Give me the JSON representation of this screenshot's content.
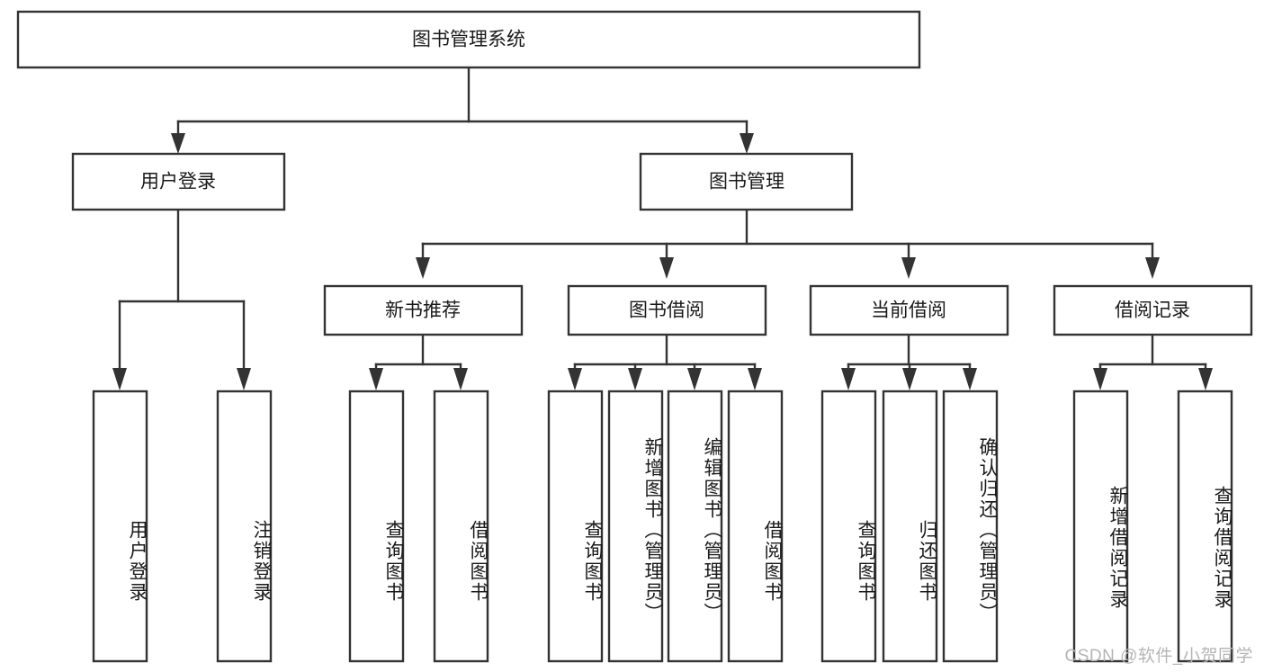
{
  "diagram": {
    "type": "tree",
    "title": "图书管理系统",
    "watermark": "CSDN @软件_小贺同学",
    "colors": {
      "stroke": "#333333",
      "fill": "#ffffff",
      "text": "#1a1a1a",
      "watermark": "#b5b5b5"
    },
    "levels": {
      "root": {
        "label": "图书管理系统"
      },
      "level2": [
        {
          "label": "用户登录"
        },
        {
          "label": "图书管理"
        }
      ],
      "level3": [
        {
          "label": "新书推荐"
        },
        {
          "label": "图书借阅"
        },
        {
          "label": "当前借阅"
        },
        {
          "label": "借阅记录"
        }
      ],
      "leaves": {
        "user_login": [
          {
            "label": "用户登录"
          },
          {
            "label": "注销登录"
          }
        ],
        "new_book": [
          {
            "label": "查询图书"
          },
          {
            "label": "借阅图书"
          }
        ],
        "book_borrow": [
          {
            "label": "查询图书"
          },
          {
            "label": "新增图书（管理员）"
          },
          {
            "label": "编辑图书（管理员）"
          },
          {
            "label": "借阅图书"
          }
        ],
        "current_borrow": [
          {
            "label": "查询图书"
          },
          {
            "label": "归还图书"
          },
          {
            "label": "确认归还（管理员）"
          }
        ],
        "borrow_record": [
          {
            "label": "新增借阅记录"
          },
          {
            "label": "查询借阅记录"
          }
        ]
      }
    }
  }
}
